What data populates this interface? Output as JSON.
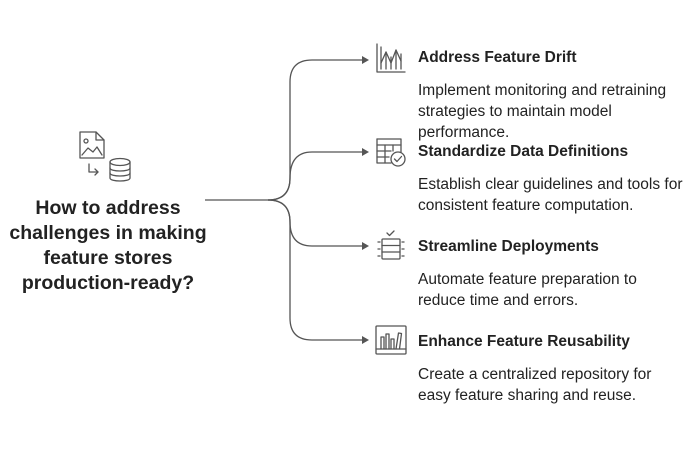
{
  "question": "How to address challenges in making feature stores production-ready?",
  "branches": [
    {
      "title": "Address Feature Drift",
      "description": "Implement monitoring and retraining strategies to maintain model performance.",
      "icon": "chart-drift-icon"
    },
    {
      "title": "Standardize Data Definitions",
      "description": "Establish clear guidelines and tools for consistent feature computation.",
      "icon": "table-check-icon"
    },
    {
      "title": "Streamline Deployments",
      "description": "Automate feature preparation to reduce time and errors.",
      "icon": "list-check-icon"
    },
    {
      "title": "Enhance Feature Reusability",
      "description": "Create a centralized repository for easy feature sharing and reuse.",
      "icon": "library-books-icon"
    }
  ],
  "colors": {
    "text": "#222222",
    "line": "#555555"
  }
}
